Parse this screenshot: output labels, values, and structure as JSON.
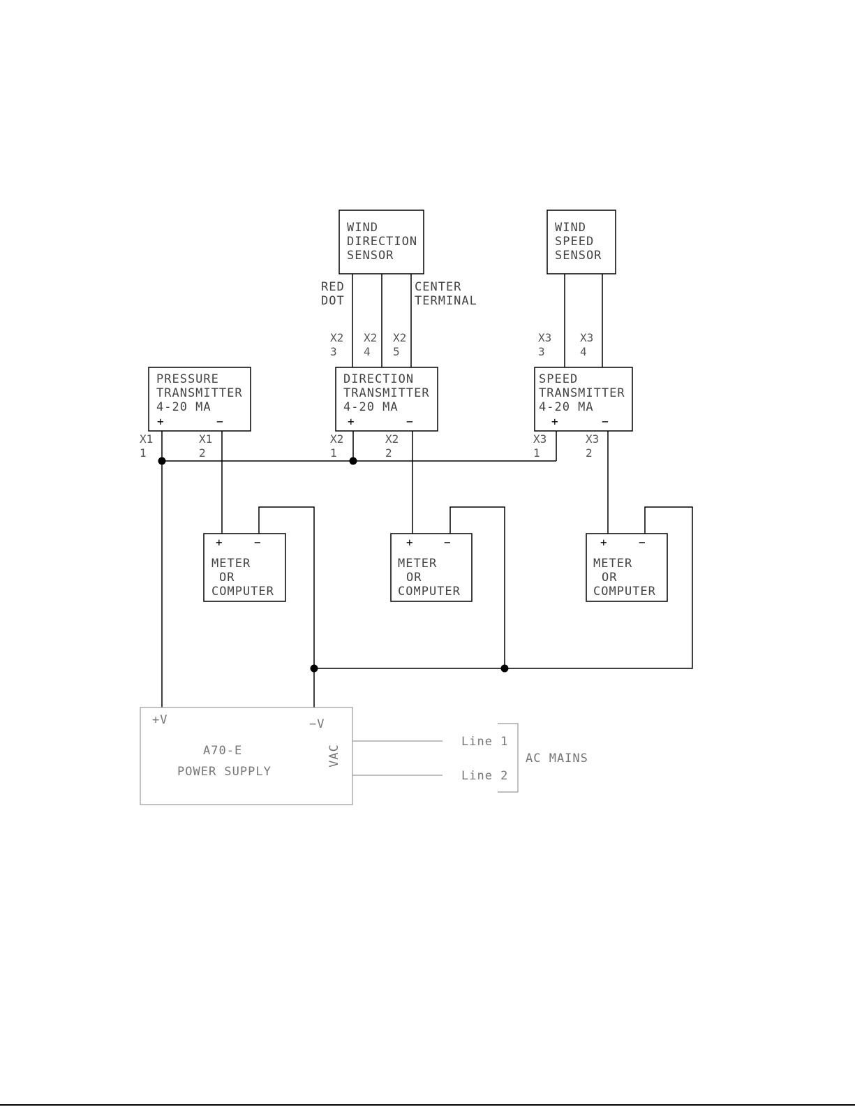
{
  "wind_direction_sensor": {
    "line1": "WIND",
    "line2": "DIRECTION",
    "line3": "SENSOR"
  },
  "wind_speed_sensor": {
    "line1": "WIND",
    "line2": "SPEED",
    "line3": "SENSOR"
  },
  "wire_labels": {
    "red_dot_1": "RED",
    "red_dot_2": "DOT",
    "center_terminal_1": "CENTER",
    "center_terminal_2": "TERMINAL"
  },
  "pressure_transmitter": {
    "line1": "PRESSURE",
    "line2": "TRANSMITTER",
    "line3": "4-20 MA",
    "plus": "+",
    "minus": "−"
  },
  "direction_transmitter": {
    "line1": "DIRECTION",
    "line2": "TRANSMITTER",
    "line3": "4-20 MA",
    "plus": "+",
    "minus": "−"
  },
  "speed_transmitter": {
    "line1": "SPEED",
    "line2": "TRANSMITTER",
    "line3": "4-20 MA",
    "plus": "+",
    "minus": "−"
  },
  "pins": {
    "x2_3": {
      "a": "X2",
      "b": "3"
    },
    "x2_4": {
      "a": "X2",
      "b": "4"
    },
    "x2_5": {
      "a": "X2",
      "b": "5"
    },
    "x3_3": {
      "a": "X3",
      "b": "3"
    },
    "x3_4": {
      "a": "X3",
      "b": "4"
    },
    "x1_1": {
      "a": "X1",
      "b": "1"
    },
    "x1_2": {
      "a": "X1",
      "b": "2"
    },
    "x2_1": {
      "a": "X2",
      "b": "1"
    },
    "x2_2": {
      "a": "X2",
      "b": "2"
    },
    "x3_1": {
      "a": "X3",
      "b": "1"
    },
    "x3_2": {
      "a": "X3",
      "b": "2"
    }
  },
  "meters": [
    {
      "plus": "+",
      "minus": "−",
      "line1": "METER",
      "line2": "OR",
      "line3": "COMPUTER"
    },
    {
      "plus": "+",
      "minus": "−",
      "line1": "METER",
      "line2": "OR",
      "line3": "COMPUTER"
    },
    {
      "plus": "+",
      "minus": "−",
      "line1": "METER",
      "line2": "OR",
      "line3": "COMPUTER"
    }
  ],
  "power_supply": {
    "plus_v": "+V",
    "minus_v": "−V",
    "model": "A70-E",
    "name": "POWER SUPPLY",
    "vac": "VAC"
  },
  "ac_mains": {
    "line1": "Line 1",
    "line2": "Line 2",
    "label": "AC MAINS"
  }
}
